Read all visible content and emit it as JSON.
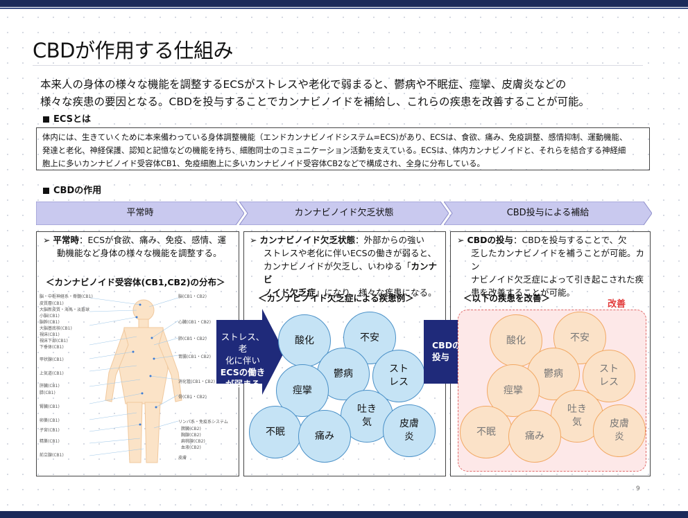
{
  "title": "CBDが作用する仕組み",
  "lead": {
    "line1": "本来人の身体の様々な機能を調整するECSがストレスや老化で弱まると、鬱病や不眠症、痙攣、皮膚炎などの",
    "line2": "様々な疾患の要因となる。CBDを投与することでカンナビノイドを補給し、これらの疾患を改善することが可能。"
  },
  "ecs": {
    "heading": "ECSとは",
    "line1": "体内には、生きていくために本来備わっている身体調整機能（エンドカンナビノイドシステム=ECS)があり、ECSは、食欲、痛み、免疫調整、感情抑制、運動機能、",
    "line2": "発達と老化、神経保護、認知と記憶などの機能を持ち、細胞同士のコミュニケーション活動を支えている。ECSは、体内カンナビノイドと、それらを結合する神経細",
    "line3": "胞上に多いカンナビノイド受容体CB1、免疫細胞上に多いカンナビノイド受容体CB2などで構成され、全身に分布している。"
  },
  "cbd": {
    "heading": "CBDの作用",
    "stages": [
      "平常時",
      "カンナビノイド欠乏状態",
      "CBD投与による補給"
    ]
  },
  "panel1": {
    "bold": "平常時",
    "text1": "：ECSが食欲、痛み、免疫、感情、運",
    "text2": "動機能など身体の様々な機能を調整する。",
    "subtitle": "＜カンナビノイド受容体(CB1,CB2)の分布＞",
    "figure_labels_left": [
      "脳・中枢神経系・脊髄(CB1)",
      "皮質層(CB1)",
      "大脳新皮質・海馬・淡蒼球",
      "小脳(CB1)",
      "脳幹(CB1)",
      "大脳基底核(CB1)",
      "視床(CB1)",
      "視床下部(CB1)",
      "下垂体(CB1)",
      "甲状腺(CB1)",
      "上気道(CB1)",
      "肝臓(CB1)",
      "膵(CB1)",
      "腎臓(CB1)",
      "卵巣(CB1)",
      "子宮(CB1)",
      "精巣(CB1)",
      "前立腺(CB1)"
    ],
    "figure_labels_right": [
      "脳(CB1・CB2)",
      "心臓(CB1・CB2)",
      "肺(CB1・CB2)",
      "胃腸(CB1・CB2)",
      "消化管(CB1・CB2)",
      "骨(CB1・CB2)",
      "リンパ系・免疫系システム",
      "脾臓(CB2)",
      "胸腺(CB2)",
      "扁桃腺(CB2)",
      "血液(CB2)",
      "皮膚"
    ]
  },
  "panel2": {
    "bold": "カンナビノイド欠乏状態",
    "text1": "：外部からの強い",
    "text2": "ストレスや老化に伴いECSの働きが弱ると、",
    "text3": "カンナビノイドが欠乏し、いわゆる「",
    "bold2": "カンナビ",
    "bold3": "ノイド欠乏症",
    "text4": "」になり、様々な疾患になる。",
    "subtitle": "＜カンナビノイド欠乏症による疾患例＞"
  },
  "arrow1": {
    "line1": "ストレス、老",
    "line2": "化に伴い",
    "line3": "ECSの働き",
    "line4": "が弱まる"
  },
  "arrow2": {
    "line1": "CBDの",
    "line2": "投与"
  },
  "diseases": [
    {
      "label": "酸化"
    },
    {
      "label": "不安"
    },
    {
      "label": "鬱病"
    },
    {
      "label": "スト\nレス"
    },
    {
      "label": "痙攣"
    },
    {
      "label": "吐き\n気"
    },
    {
      "label": "不眠"
    },
    {
      "label": "痛み"
    },
    {
      "label": "皮膚\n炎"
    }
  ],
  "panel3": {
    "bold": "CBDの投与",
    "text1": "：CBDを投与することで、欠",
    "text2": "乏したカンナビノイドを補うことが可能。カン",
    "text3": "ナビノイド欠乏症によって引き起こされた疾",
    "text4": "患を改善することが可能。",
    "subtitle": "＜以下の疾患を改善＞",
    "improve": "改善"
  },
  "page_number": "9",
  "colors": {
    "brand_navy": "#1b2a5a",
    "chevron_fill": "#c9c9ef",
    "circle_blue": "#c5e3f5",
    "circle_orange": "#fbe2c8",
    "accent_red": "#e23b3b"
  }
}
